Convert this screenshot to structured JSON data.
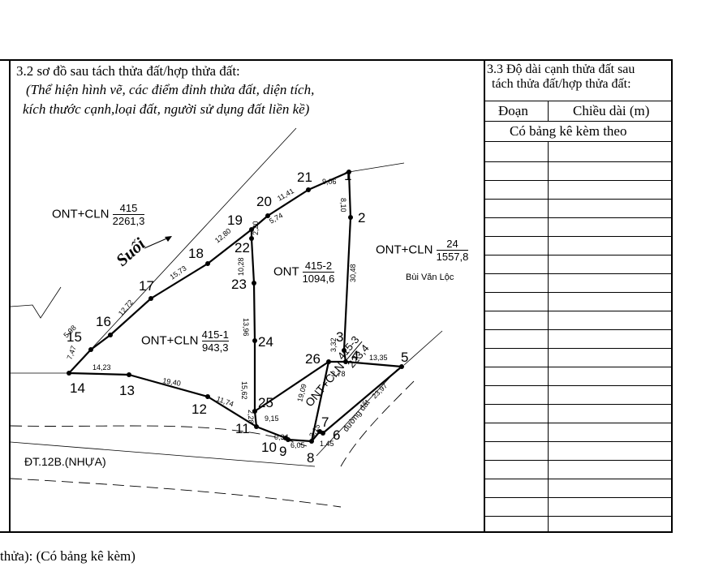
{
  "left_panel": {
    "heading": "3.2 sơ đồ sau tách thửa đất/hợp thửa đất:",
    "note_line1": "(Thể hiện hình vẽ, các điểm đỉnh thửa đất, diện tích,",
    "note_line2": "kích thước cạnh,loại đất, người sử dụng đất liền kề)"
  },
  "right_panel": {
    "heading_line1": "3.3 Độ dài cạnh thửa đất sau",
    "heading_line2": "tách thửa đất/hợp thửa đất:",
    "col_segment": "Đoạn",
    "col_length": "Chiều dài (m)",
    "attached_note": "Có bảng kê kèm theo"
  },
  "footer_text": "thửa): (Có bảng kê kèm)",
  "map": {
    "stream_label": "Suối",
    "road_label": "ĐT.12B.(NHỰA)",
    "small_road_label": "đường đất",
    "neighbor_owner": "Bùi Văn Lộc",
    "parcels": [
      {
        "prefix": "ONT+CLN",
        "num": "415",
        "area": "2261,3"
      },
      {
        "prefix": "ONT",
        "num": "415-2",
        "area": "1094,6"
      },
      {
        "prefix": "ONT+CLN",
        "num": "24",
        "area": "1557,8"
      },
      {
        "prefix": "ONT+CLN",
        "num": "415-1",
        "area": "943,3"
      },
      {
        "prefix": "ONT+CLN",
        "num": "415-3",
        "area": "223,4"
      }
    ],
    "points": [
      "1",
      "2",
      "3",
      "4",
      "5",
      "6",
      "7",
      "8",
      "9",
      "10",
      "11",
      "12",
      "13",
      "14",
      "15",
      "16",
      "17",
      "18",
      "19",
      "20",
      "21",
      "22",
      "23",
      "24",
      "25",
      "26"
    ],
    "lengths": [
      "9,06",
      "8,10",
      "30,48",
      "3,32",
      "13,35",
      "23,97",
      "1,45",
      "6,05",
      "0,34",
      "9,15",
      "11,74",
      "19,40",
      "14,23",
      "7,47",
      "5,98",
      "12,72",
      "15,73",
      "12,80",
      "5,74",
      "11,41",
      "2,20",
      "10,28",
      "13,96",
      "15,62",
      "2,28",
      "3,78",
      "19,09",
      "3,15"
    ]
  }
}
